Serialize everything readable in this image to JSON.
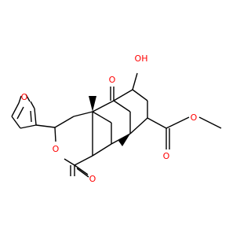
{
  "structure": {
    "atoms": {
      "furan_o": "O",
      "lactone_ring_o": "O",
      "lactone_carbonyl_o": "O",
      "ketone_o": "O",
      "hydroxyl": "OH",
      "ester_carbonyl_o": "O",
      "ester_ether_o": "O"
    },
    "colors": {
      "bond": "#000000",
      "oxygen": "#ff0000"
    }
  }
}
